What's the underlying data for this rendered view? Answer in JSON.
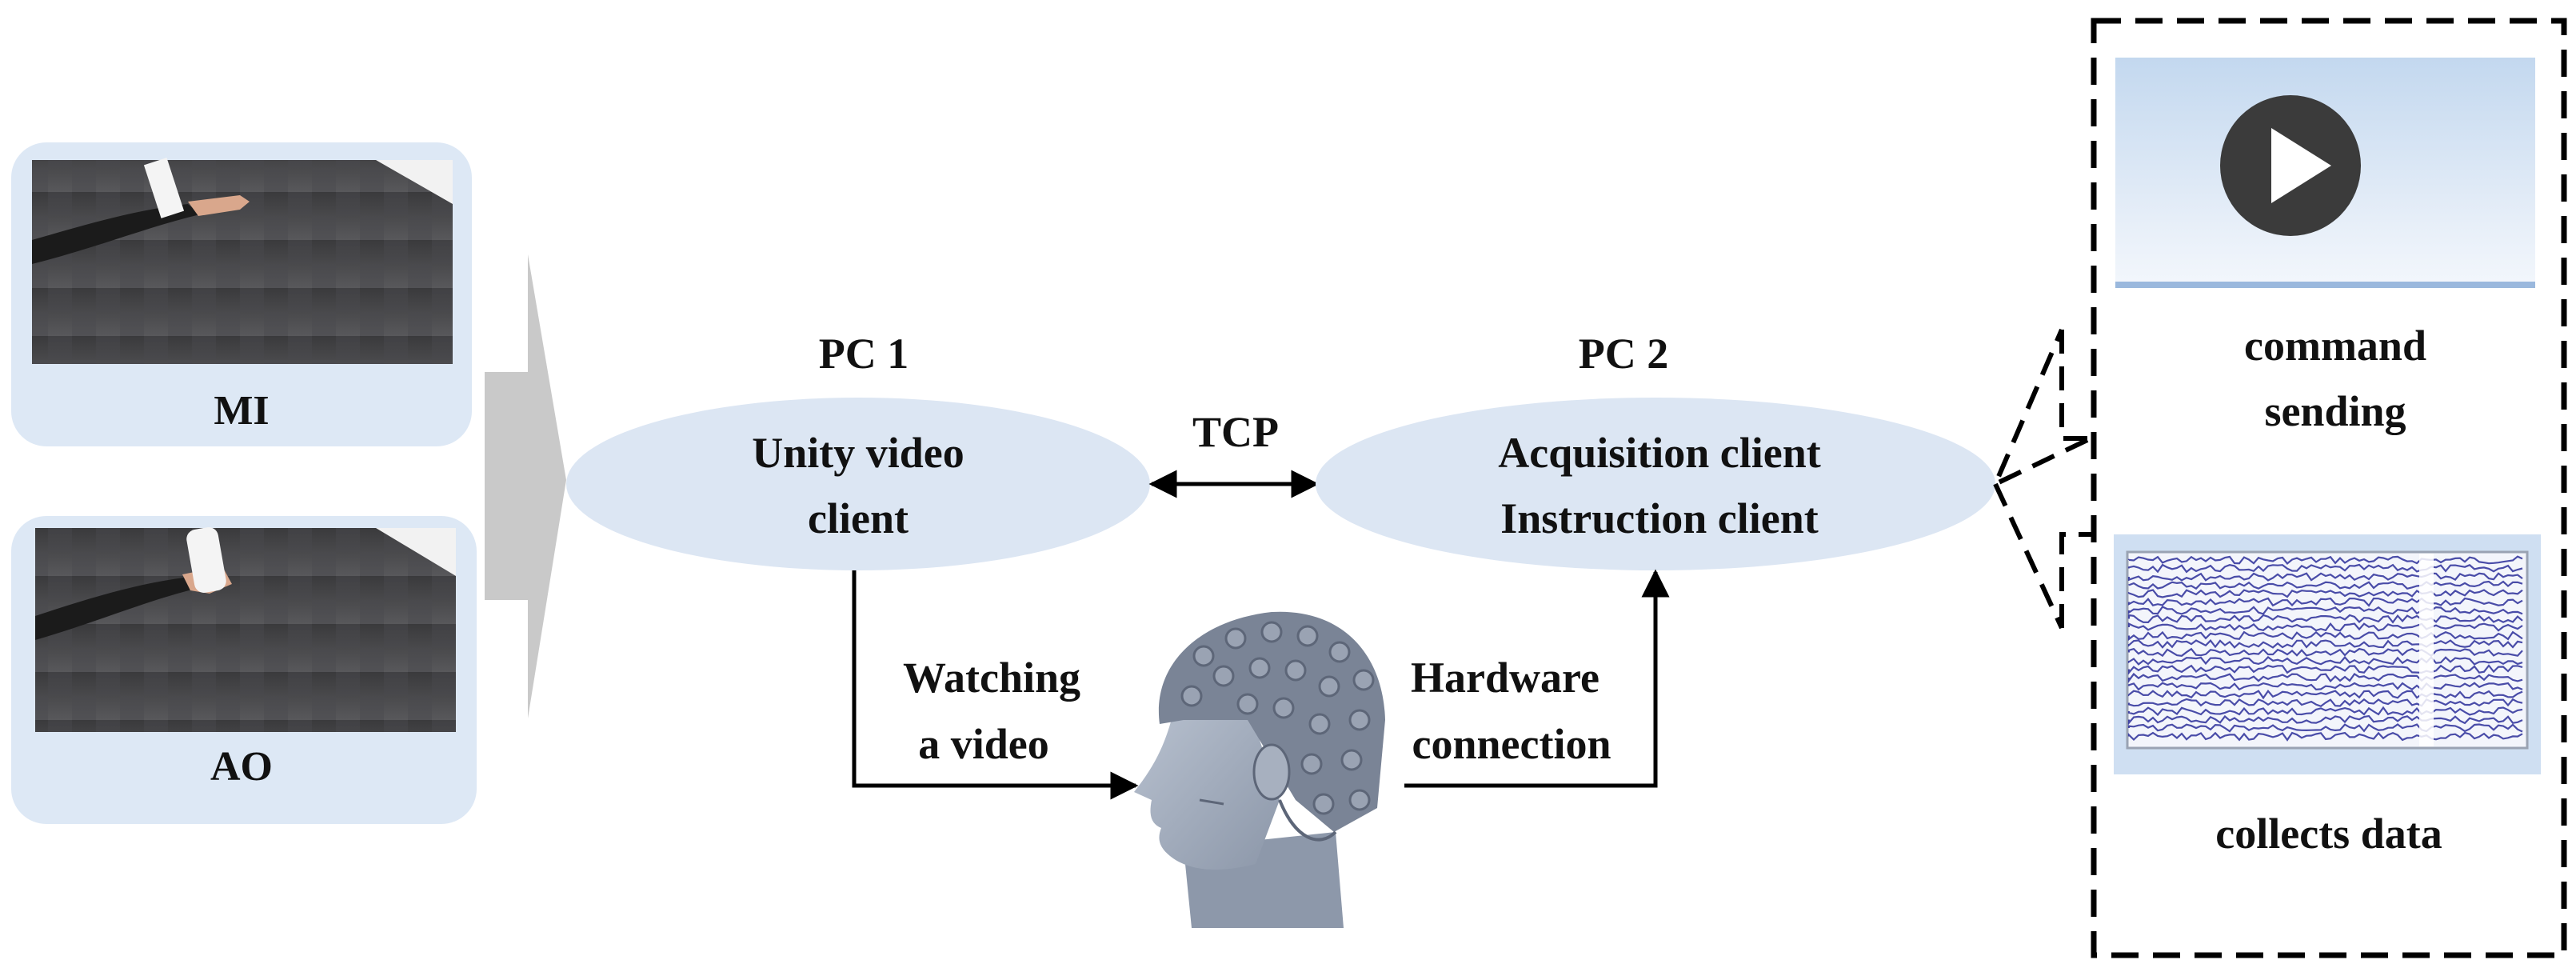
{
  "panels": {
    "mi_label": "MI",
    "ao_label": "AO"
  },
  "pc1": {
    "title": "PC 1",
    "line1": "Unity video",
    "line2": "client"
  },
  "pc2": {
    "title": "PC 2",
    "line1": "Acquisition client",
    "line2": "Instruction client"
  },
  "link": {
    "label": "TCP"
  },
  "watching": {
    "line1": "Watching",
    "line2": "a video"
  },
  "hardware": {
    "line1": "Hardware",
    "line2": "connection"
  },
  "right_panel": {
    "command_line1": "command",
    "command_line2": "sending",
    "collects": "collects data"
  },
  "colors": {
    "ellipse_fill": "#dce6f3",
    "panel_fill": "#dde8f5",
    "arrow_gray": "#c9c9c9",
    "line": "#000000",
    "eeg_trace": "#2c2f9a"
  },
  "icons": {
    "play": "play-icon",
    "head": "eeg-cap-head-icon"
  }
}
